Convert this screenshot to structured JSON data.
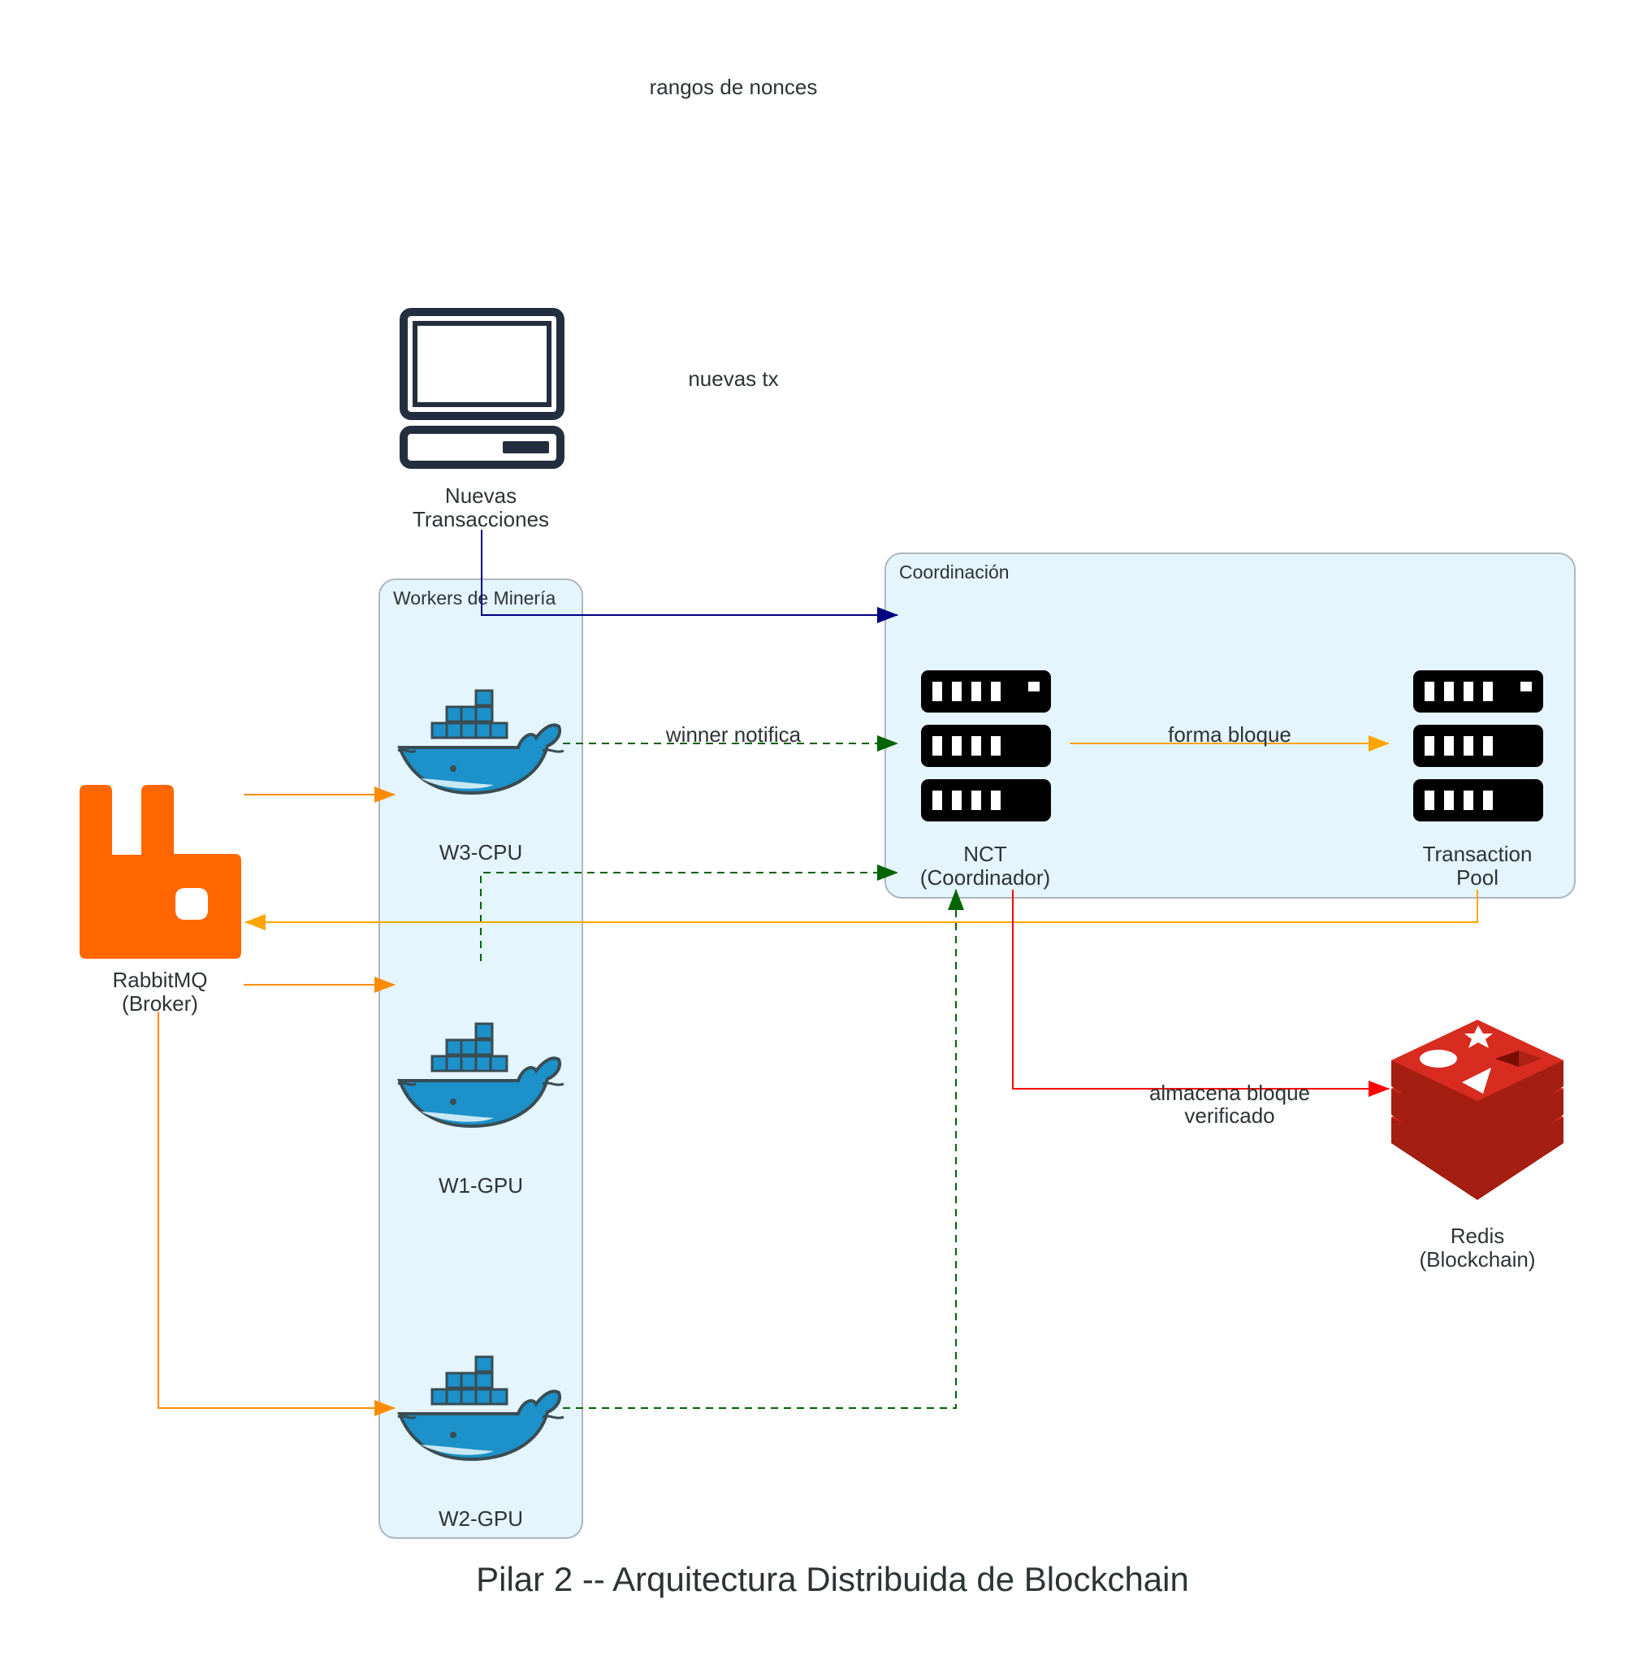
{
  "title": "Pilar 2 -- Arquitectura Distribuida de Blockchain",
  "colors": {
    "cluster_fill": "#e5f5fd",
    "cluster_stroke": "#aeb6be",
    "rabbitmq": "#ff6600",
    "docker": "#1d91c9",
    "docker_dark": "#394d54",
    "server": "#000000",
    "monitor": "#232f3e",
    "redis": "#d82c20",
    "edge_orange": "#ff8c00",
    "edge_gold": "#ffa500",
    "edge_navy": "#000080",
    "edge_green": "#006400",
    "edge_red": "#ff0000"
  },
  "clusters": {
    "workers": {
      "label": "Workers de Minería"
    },
    "coord": {
      "label": "Coordinación"
    }
  },
  "nodes": {
    "tx_source": {
      "label_line1": "Nuevas",
      "label_line2": "Transacciones",
      "icon": "computer-icon"
    },
    "rabbitmq": {
      "label_line1": "RabbitMQ",
      "label_line2": "(Broker)",
      "icon": "rabbitmq-icon"
    },
    "w3": {
      "label": "W3-CPU",
      "icon": "docker-icon"
    },
    "w1": {
      "label": "W1-GPU",
      "icon": "docker-icon"
    },
    "w2": {
      "label": "W2-GPU",
      "icon": "docker-icon"
    },
    "nct": {
      "label_line1": "NCT",
      "label_line2": "(Coordinador)",
      "icon": "server-icon"
    },
    "pool": {
      "label_line1": "Transaction",
      "label_line2": "Pool",
      "icon": "server-icon"
    },
    "redis": {
      "label_line1": "Redis",
      "label_line2": "(Blockchain)",
      "icon": "redis-icon"
    }
  },
  "edges": {
    "nonces": "rangos de nonces",
    "new_tx": "nuevas tx",
    "winner": "winner notifica",
    "block": "forma bloque",
    "store_line1": "almacena bloque",
    "store_line2": "verificado"
  }
}
